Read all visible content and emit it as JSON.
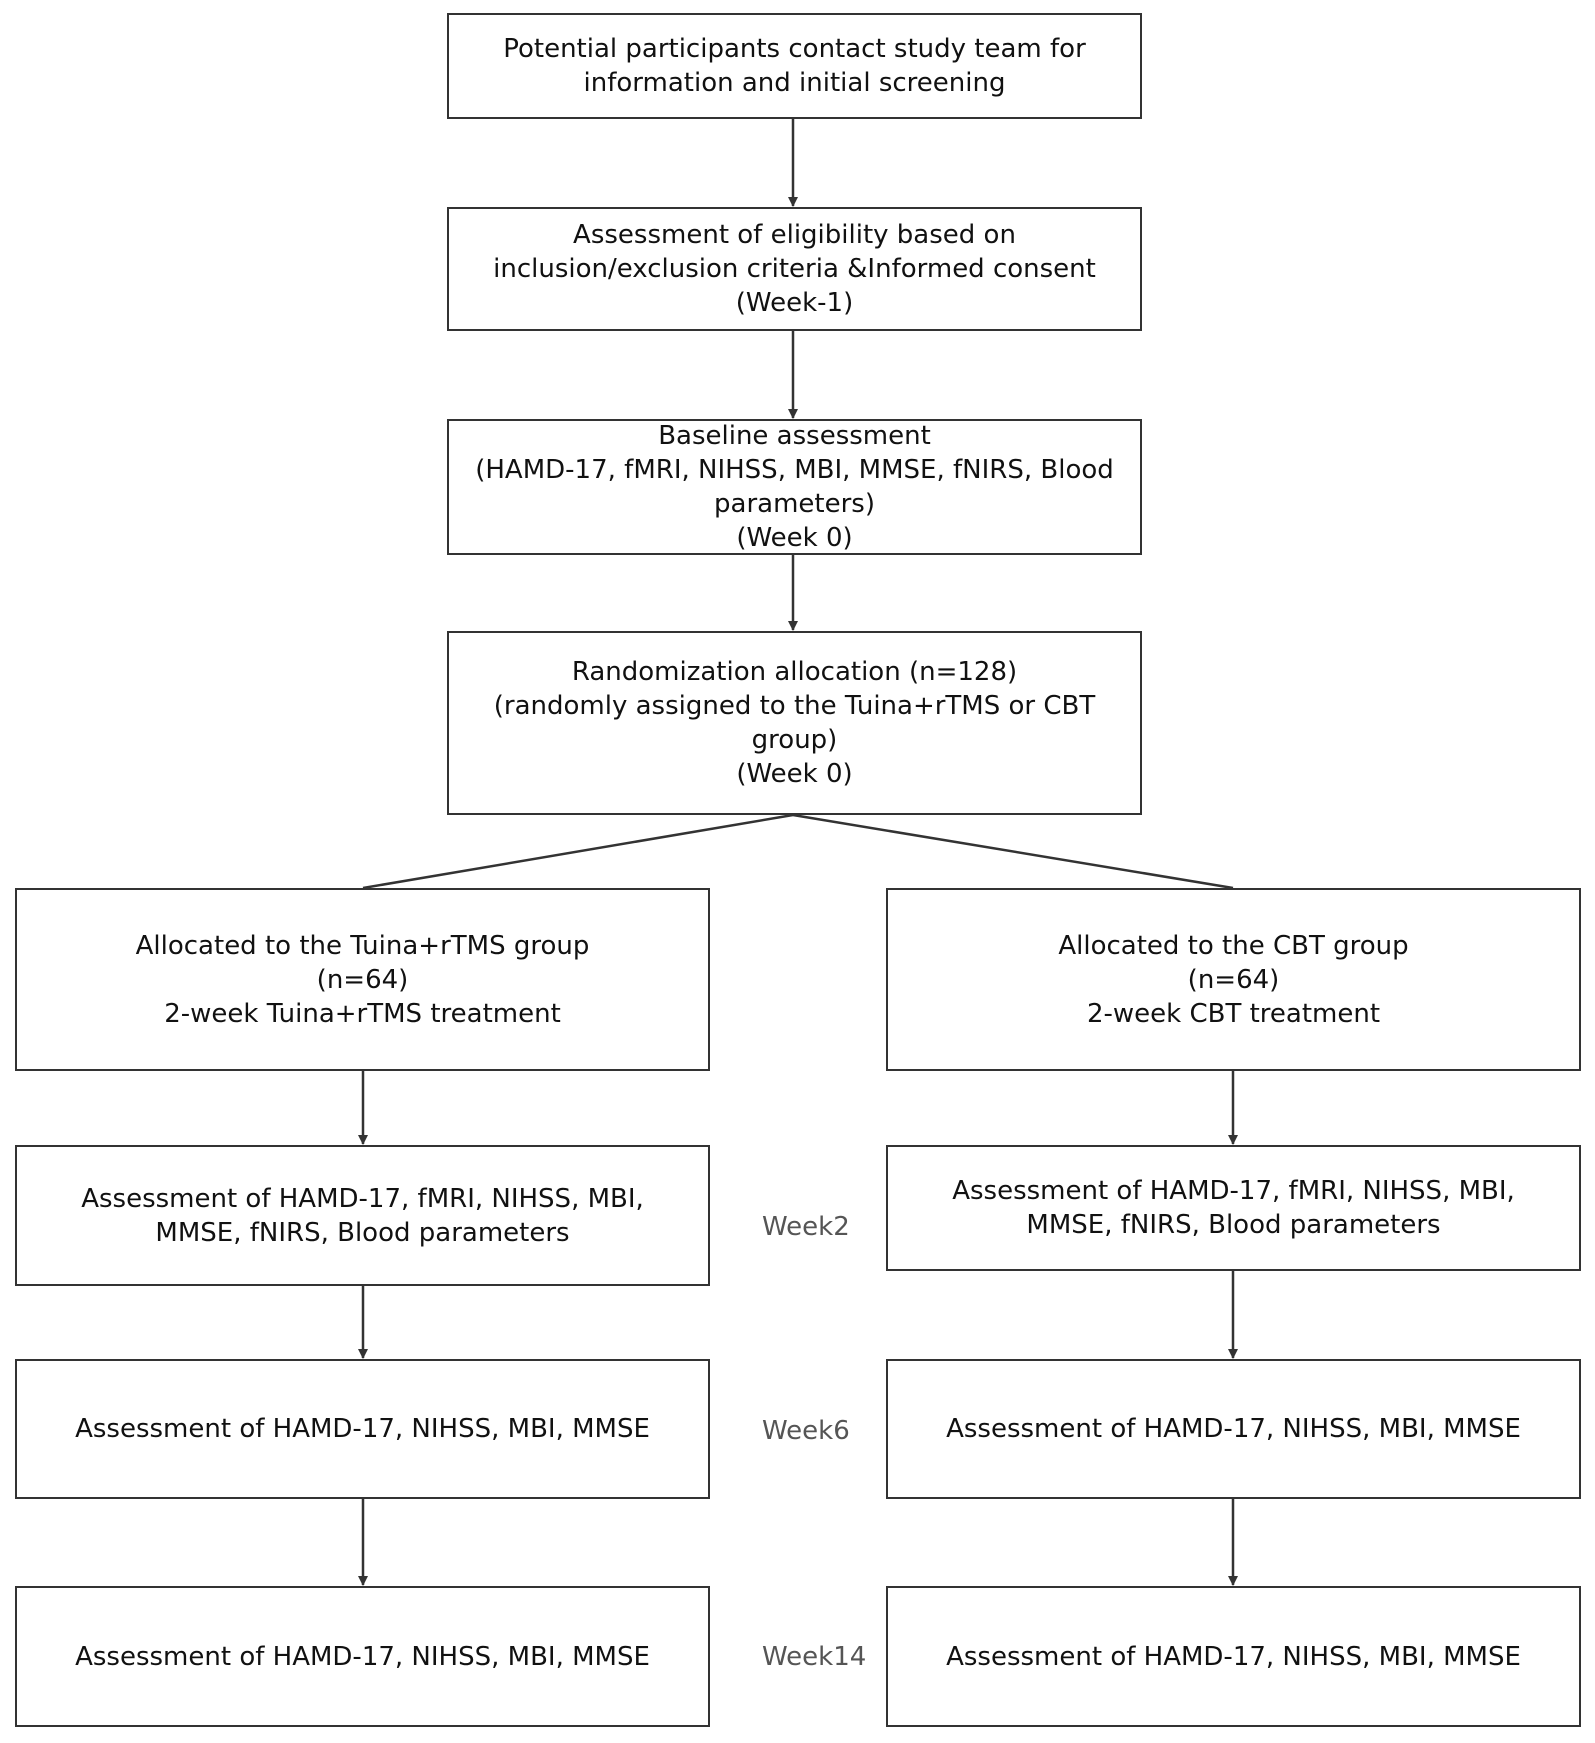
{
  "boxes": {
    "contact": {
      "lines": [
        "Potential participants contact study team for",
        "information and initial screening"
      ]
    },
    "eligibility": {
      "lines": [
        "Assessment of eligibility based on",
        "inclusion/exclusion criteria &Informed consent",
        "(Week-1)"
      ]
    },
    "baseline": {
      "lines": [
        "Baseline assessment",
        "(HAMD-17, fMRI, NIHSS, MBI, MMSE, fNIRS, Blood",
        "parameters)",
        "(Week 0)"
      ]
    },
    "randomization": {
      "lines": [
        "Randomization allocation (n=128)",
        "(randomly assigned to the Tuina+rTMS or CBT",
        "group)",
        "(Week 0)"
      ]
    },
    "tuina_alloc": {
      "lines": [
        "Allocated to the Tuina+rTMS group",
        "(n=64)",
        "2-week Tuina+rTMS treatment"
      ]
    },
    "cbt_alloc": {
      "lines": [
        "Allocated to the CBT group",
        "(n=64)",
        "2-week CBT treatment"
      ]
    },
    "tuina_week2": {
      "lines": [
        "Assessment of HAMD-17, fMRI, NIHSS, MBI,",
        "MMSE, fNIRS, Blood parameters"
      ]
    },
    "cbt_week2": {
      "lines": [
        "Assessment of HAMD-17, fMRI, NIHSS, MBI,",
        "MMSE, fNIRS, Blood parameters"
      ]
    },
    "tuina_week6": {
      "lines": [
        "Assessment of HAMD-17, NIHSS, MBI, MMSE"
      ]
    },
    "cbt_week6": {
      "lines": [
        "Assessment of HAMD-17, NIHSS, MBI, MMSE"
      ]
    },
    "tuina_week14": {
      "lines": [
        "Assessment of HAMD-17, NIHSS, MBI, MMSE"
      ]
    },
    "cbt_week14": {
      "lines": [
        "Assessment of HAMD-17, NIHSS, MBI, MMSE"
      ]
    }
  },
  "weeks": {
    "week2": "Week2",
    "week6": "Week6",
    "week14": "Week14"
  }
}
